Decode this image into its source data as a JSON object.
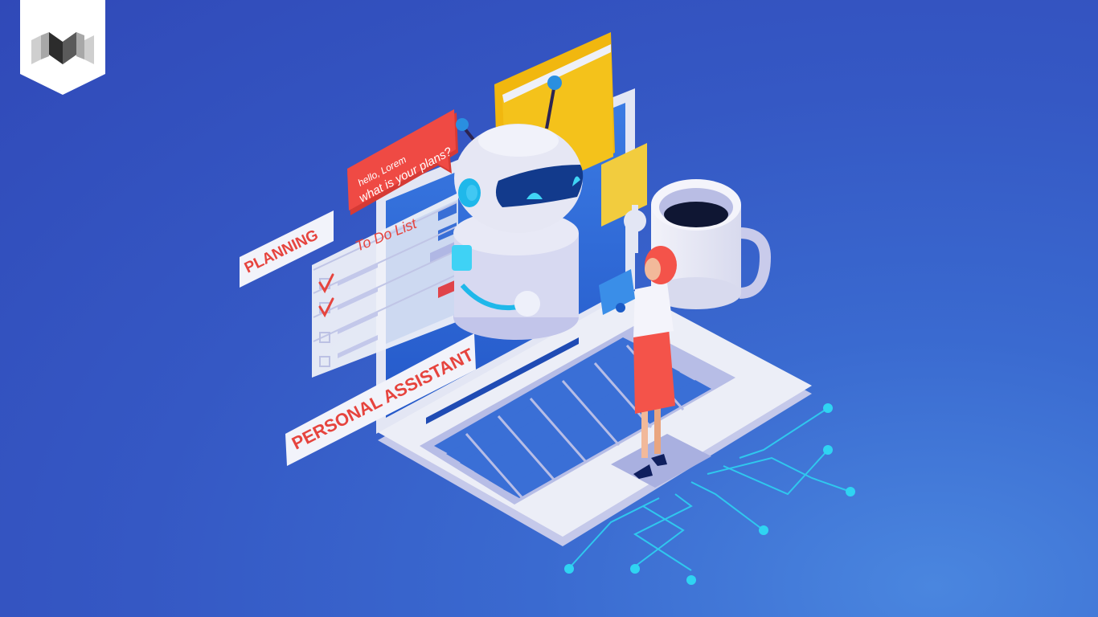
{
  "logo": {
    "shape": "pentagon-badge",
    "mark": "stacked-M-logo",
    "badge_color": "#ffffff"
  },
  "speech_bubble": {
    "line1": "hello, Lorem",
    "line2": "what is your plans?",
    "color": "#ef4a44"
  },
  "labels": {
    "planning": "PLANNING",
    "todo_title": "To Do List",
    "personal_assistant": "PERSONAL ASSISTANT"
  },
  "todo_list": {
    "items": [
      {
        "checked": true
      },
      {
        "checked": true
      },
      {
        "checked": false
      },
      {
        "checked": false
      }
    ]
  },
  "colors": {
    "background": "#3558c4",
    "accent_red": "#e8453f",
    "folder_yellow": "#f4c21b",
    "screen_blue": "#2f6ad8",
    "key_blue": "#3a6fd6",
    "circuit_cyan": "#2fd0f0",
    "laptop_body": "#eceef7",
    "robot_visor": "#123a8c"
  }
}
